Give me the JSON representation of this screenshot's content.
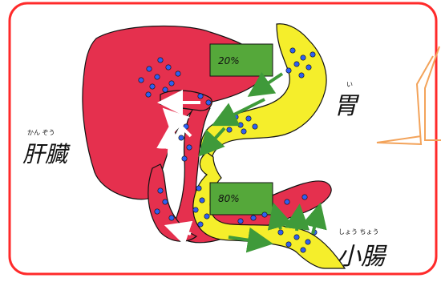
{
  "labels": {
    "stomach": {
      "text": "胃",
      "ruby": "い"
    },
    "liver": {
      "text": "肝臓",
      "ruby": "かん ぞう"
    },
    "small_intestine": {
      "text": "小腸",
      "ruby": "しょう ちょう"
    }
  },
  "boxes": {
    "upper": "20%",
    "lower": "80%"
  },
  "colors": {
    "frame": "#ff2a2a",
    "organ_red": "#e5304e",
    "organ_yellow": "#f5ee2b",
    "green_box": "#55a83a",
    "dot_blue": "#2f5ff0",
    "arrow_green": "#3f9a3a",
    "arrow_white": "#ffffff",
    "callout": "#f3a35a"
  },
  "icons": [
    "blue-dot-icon",
    "green-arrow-icon",
    "white-arrow-icon",
    "speech-callout-icon"
  ]
}
